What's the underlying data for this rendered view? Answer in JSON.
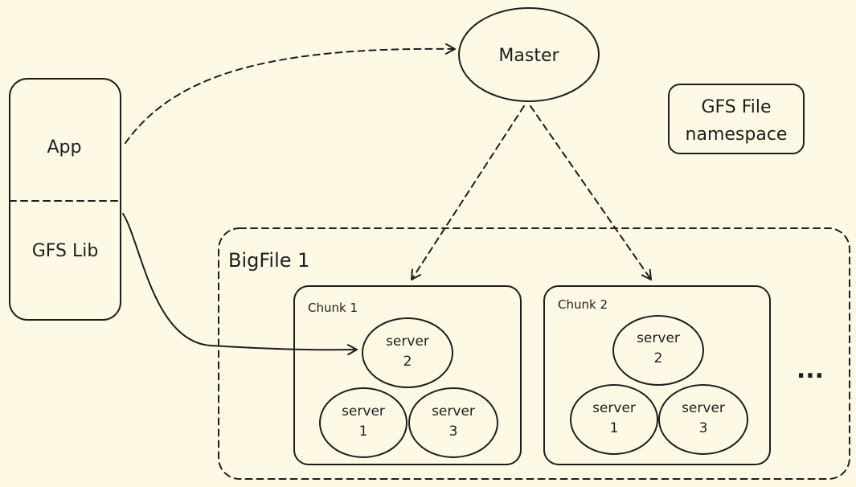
{
  "app": {
    "top_label": "App",
    "bottom_label": "GFS Lib"
  },
  "master": {
    "label": "Master"
  },
  "namespace": {
    "line1": "GFS File",
    "line2": "namespace"
  },
  "bigfile": {
    "label": "BigFile 1"
  },
  "chunks": [
    {
      "label": "Chunk 1",
      "servers": [
        {
          "line1": "server",
          "line2": "2"
        },
        {
          "line1": "server",
          "line2": "1"
        },
        {
          "line1": "server",
          "line2": "3"
        }
      ]
    },
    {
      "label": "Chunk 2",
      "servers": [
        {
          "line1": "server",
          "line2": "2"
        },
        {
          "line1": "server",
          "line2": "1"
        },
        {
          "line1": "server",
          "line2": "3"
        }
      ]
    }
  ],
  "ellipsis": "..."
}
